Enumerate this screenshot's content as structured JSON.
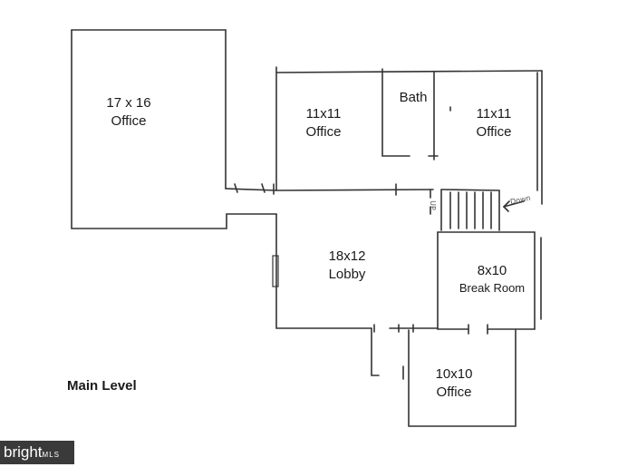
{
  "plan": {
    "level_title": "Main Level",
    "rooms": [
      {
        "id": "office-17x16",
        "size": "17 x 16",
        "name": "Office"
      },
      {
        "id": "office-11x11-left",
        "size": "11x11",
        "name": "Office"
      },
      {
        "id": "bath",
        "size": "",
        "name": "Bath"
      },
      {
        "id": "office-11x11-right",
        "size": "11x11",
        "name": "Office"
      },
      {
        "id": "lobby",
        "size": "18x12",
        "name": "Lobby"
      },
      {
        "id": "break-room",
        "size": "8x10",
        "name": "Break Room"
      },
      {
        "id": "office-10x10",
        "size": "10x10",
        "name": "Office"
      }
    ],
    "stair_notes": {
      "up": "UP",
      "down": "Down"
    }
  },
  "watermark": {
    "brand": "bright",
    "suffix": "MLS"
  },
  "colors": {
    "line": "#333333",
    "watermark_bg": "#3a3a3a"
  }
}
